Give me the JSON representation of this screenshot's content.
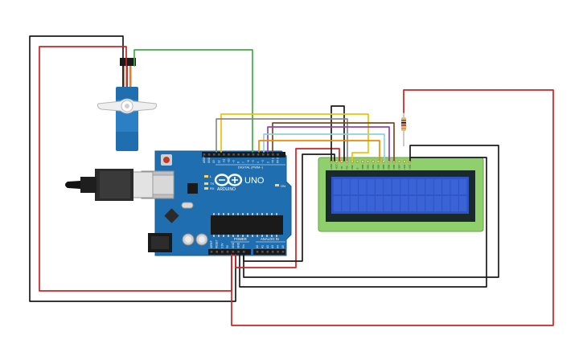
{
  "board": {
    "logo_text": "ARDUINO",
    "model": "UNO",
    "digital_label": "DIGITAL (PWM~)",
    "power_label": "POWER",
    "analog_label": "ANALOG IN",
    "top_pins": [
      "AREF",
      "GND",
      "13",
      "12",
      "~11",
      "~10",
      "~9",
      "8",
      "7",
      "~6",
      "~5",
      "4",
      "~3",
      "2",
      "TX 1",
      "RX 0"
    ],
    "power_pins": [
      "IOREF",
      "RESET",
      "3.3V",
      "5V",
      "GND",
      "GND",
      "Vin"
    ],
    "analog_pins": [
      "A0",
      "A1",
      "A2",
      "A3",
      "A4",
      "A5"
    ],
    "leds": [
      "L",
      "TX",
      "RX"
    ],
    "on_label": "ON"
  },
  "lcd": {
    "pins": [
      "GND",
      "VCC",
      "V0",
      "RS",
      "RW",
      "E",
      "DB0",
      "DB1",
      "DB2",
      "DB3",
      "DB4",
      "DB5",
      "DB6",
      "DB7",
      "LED",
      "LED"
    ],
    "screen_color": "#2f55c8",
    "pcb_color": "#8fcf6c"
  },
  "colors": {
    "board": "#1f6fb0",
    "wire_red": "#d42020",
    "wire_black": "#1a1a1a",
    "wire_green": "#3cb043",
    "wire_yellow": "#f2c200",
    "wire_purple": "#8e44ad",
    "wire_brown": "#7a4a22",
    "wire_orange": "#f08a00",
    "wire_cyan": "#8fd3d6",
    "wire_grey": "#8a8a8a",
    "servo_body": "#1f6fb0"
  },
  "icons": [
    "servo-motor-icon",
    "usb-plug-icon",
    "resistor-icon",
    "lcd-display-icon",
    "arduino-board-icon"
  ]
}
